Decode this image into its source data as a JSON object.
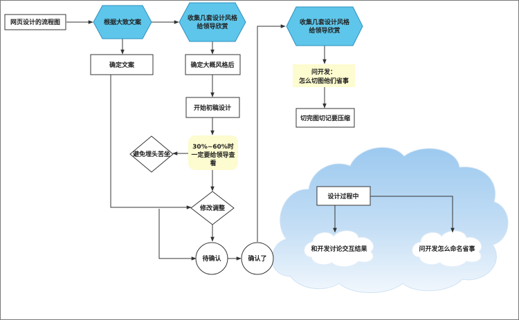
{
  "title": "网页设计的流程图",
  "nodes": {
    "draft_copy": "根据大致文案",
    "collect_styles_1": [
      "收集几套设计风格",
      "给领导欣赏"
    ],
    "confirm_copy": "确定文案",
    "confirm_style": "确定大概风格后",
    "start_draft": "开始初稿设计",
    "review_note": [
      "30%~60%时",
      "一定要给领导查",
      "看"
    ],
    "avoid_rework": "避免埋头苦坐",
    "revise": "修改调整",
    "pending": "待确认",
    "confirmed": "确认了",
    "collect_styles_2": [
      "收集几套设计风格",
      "给领导欣赏"
    ],
    "ask_dev": [
      "问开发：",
      "怎么切图他们省事"
    ],
    "compress": "切完图切记要压缩"
  },
  "cloud": {
    "in_progress": "设计过程中",
    "discuss": "和开发讨论交互结果",
    "naming": "问开发怎么命名省事"
  },
  "colors": {
    "hex_fill": "#5ec6ea",
    "hex_stroke": "#2e8fbf",
    "note_fill": "#fdfbd0",
    "cloud_top": "#9cc9ef",
    "cloud_bottom": "#eef5fc",
    "line": "#333333",
    "border": "#777777"
  }
}
